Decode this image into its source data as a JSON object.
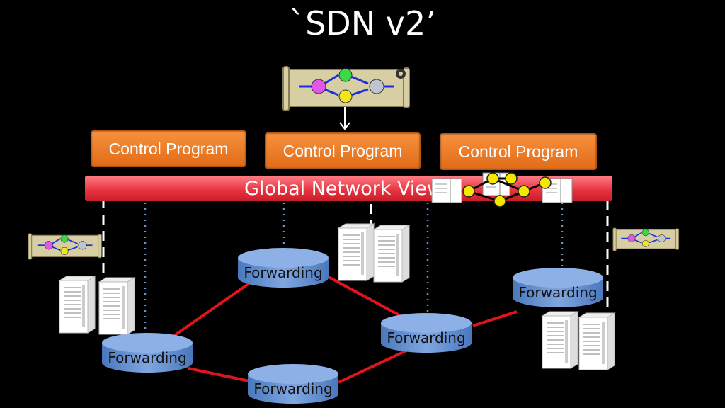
{
  "title": "`SDN v2’",
  "control_programs": [
    "Control Program",
    "Control Program",
    "Control Program"
  ],
  "global_network_view": "Global Network View",
  "forwarding_label": "Forwarding",
  "colors": {
    "control_program": "#f28330",
    "global_view_bar": "#e6303d",
    "forwarding_node": "#6d9ad6",
    "link": "#e0141c",
    "dashed_white": "#ffffff",
    "dotted_blue": "#6b8fc7"
  },
  "icons": [
    "server-icon",
    "workflow-scroll-icon",
    "gear-icon",
    "topology-graph-icon"
  ]
}
